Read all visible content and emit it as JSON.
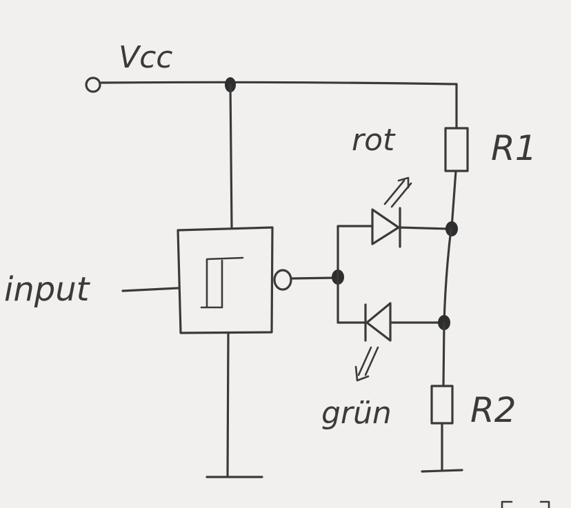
{
  "labels": {
    "vcc": "Vcc",
    "input": "input",
    "red_led": "rot",
    "green_led": "grün",
    "r1": "R1",
    "r2": "R2"
  },
  "colors": {
    "ink": "#3a3a3a",
    "paper": "#f1f0ee"
  }
}
